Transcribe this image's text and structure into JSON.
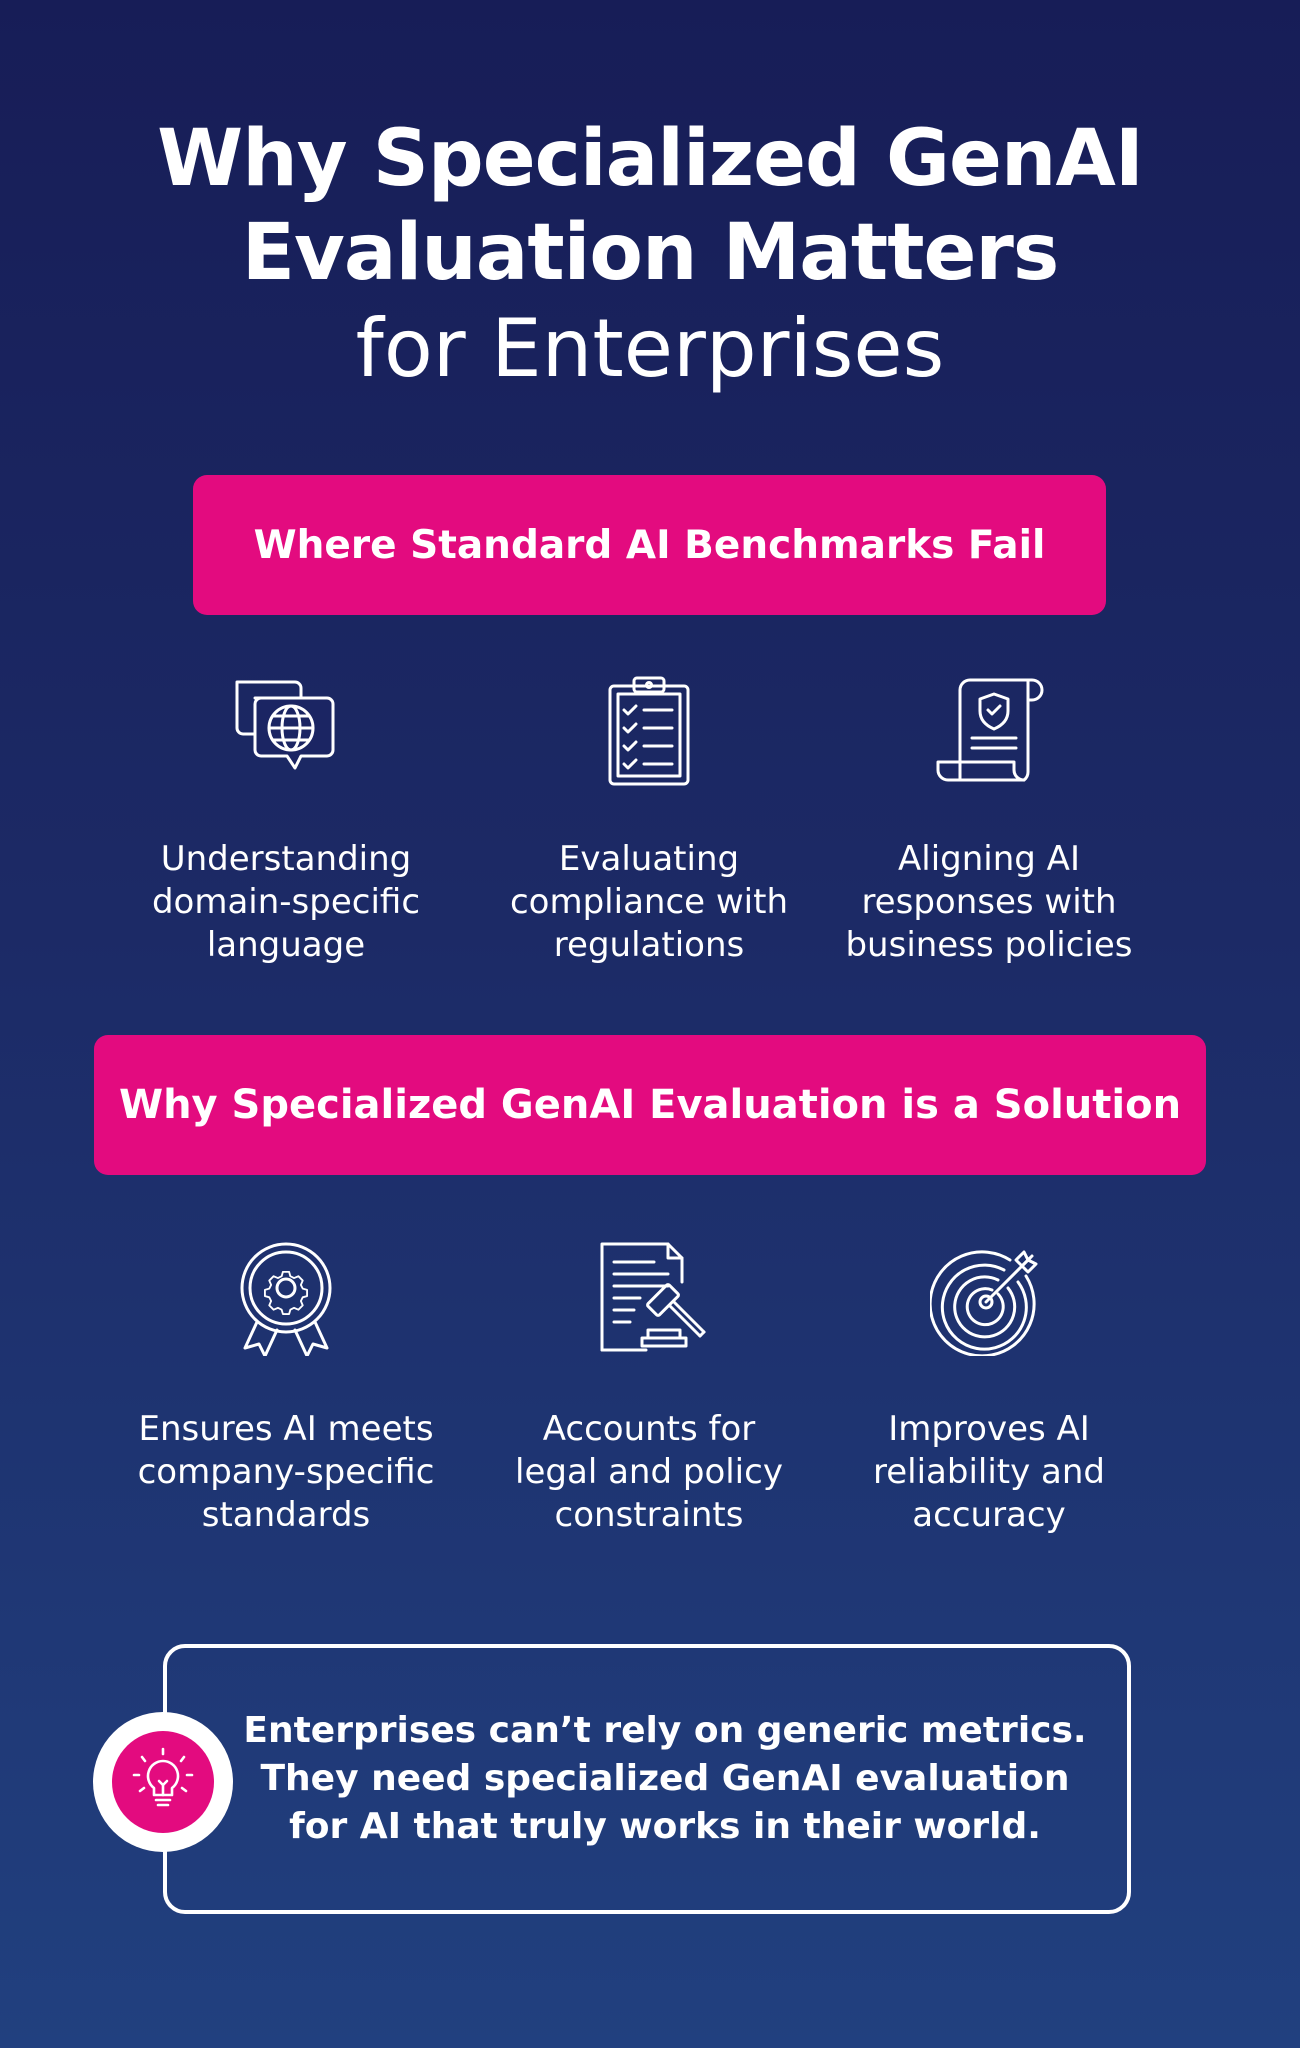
{
  "title": {
    "line1": "Why Specialized GenAI",
    "line2": "Evaluation Matters",
    "line3": "for Enterprises"
  },
  "section1": {
    "heading": "Where Standard AI Benchmarks Fail",
    "items": [
      {
        "icon": "globe-chat-icon",
        "lines": [
          "Understanding",
          "domain-specific",
          "language"
        ]
      },
      {
        "icon": "checklist-clipboard-icon",
        "lines": [
          "Evaluating",
          "compliance with",
          "regulations"
        ]
      },
      {
        "icon": "policy-scroll-icon",
        "lines": [
          "Aligning AI",
          "responses with",
          "business policies"
        ]
      }
    ]
  },
  "section2": {
    "heading": "Why Specialized GenAI Evaluation is a Solution",
    "items": [
      {
        "icon": "gear-award-icon",
        "lines": [
          "Ensures AI meets",
          "company-specific",
          "standards"
        ]
      },
      {
        "icon": "legal-document-gavel-icon",
        "lines": [
          "Accounts for",
          "legal and policy",
          "constraints"
        ]
      },
      {
        "icon": "target-arrow-icon",
        "lines": [
          "Improves AI",
          "reliability and",
          "accuracy"
        ]
      }
    ]
  },
  "callout": {
    "icon": "lightbulb-icon",
    "lines": [
      "Enterprises can’t rely on generic metrics.",
      "They need specialized GenAI evaluation",
      "for AI that truly works in their world."
    ]
  },
  "colors": {
    "background_top": "#171d57",
    "background_bottom": "#21407f",
    "accent": "#e30b7f",
    "text": "#ffffff"
  }
}
